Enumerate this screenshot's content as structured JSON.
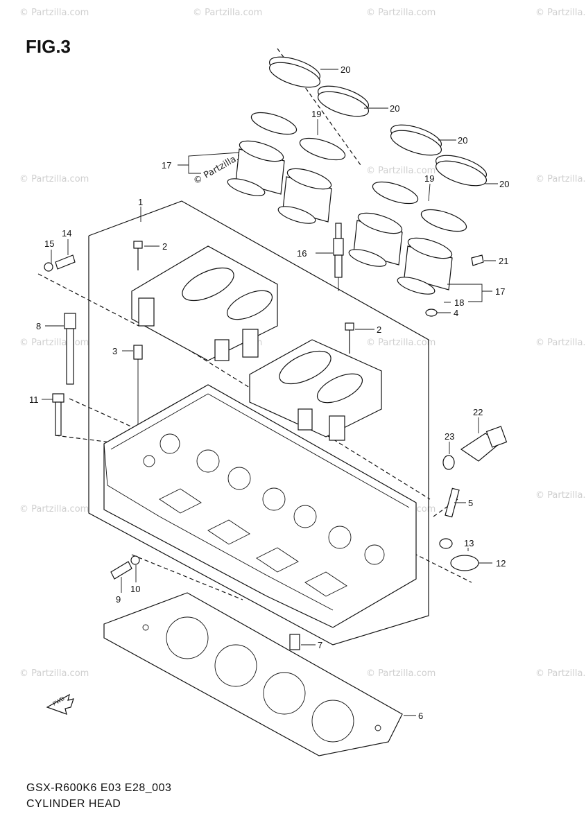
{
  "figure": {
    "title": "FIG.3",
    "code": "GSX-R600K6 E03 E28_003",
    "name": "CYLINDER HEAD"
  },
  "watermark": "© Partzilla.com",
  "callouts": [
    {
      "id": "c20a",
      "label": "20"
    },
    {
      "id": "c20b",
      "label": "20"
    },
    {
      "id": "c20c",
      "label": "20"
    },
    {
      "id": "c20d",
      "label": "20"
    },
    {
      "id": "c19a",
      "label": "19"
    },
    {
      "id": "c19b",
      "label": "19"
    },
    {
      "id": "c17a",
      "label": "17"
    },
    {
      "id": "c17b",
      "label": "17"
    },
    {
      "id": "c18",
      "label": "18"
    },
    {
      "id": "c1",
      "label": "1"
    },
    {
      "id": "c2a",
      "label": "2"
    },
    {
      "id": "c2b",
      "label": "2"
    },
    {
      "id": "c3",
      "label": "3"
    },
    {
      "id": "c4",
      "label": "4"
    },
    {
      "id": "c5",
      "label": "5"
    },
    {
      "id": "c6",
      "label": "6"
    },
    {
      "id": "c7",
      "label": "7"
    },
    {
      "id": "c8",
      "label": "8"
    },
    {
      "id": "c9",
      "label": "9"
    },
    {
      "id": "c10",
      "label": "10"
    },
    {
      "id": "c11",
      "label": "11"
    },
    {
      "id": "c12",
      "label": "12"
    },
    {
      "id": "c13",
      "label": "13"
    },
    {
      "id": "c14",
      "label": "14"
    },
    {
      "id": "c15",
      "label": "15"
    },
    {
      "id": "c16",
      "label": "16"
    },
    {
      "id": "c21",
      "label": "21"
    },
    {
      "id": "c22",
      "label": "22"
    },
    {
      "id": "c23",
      "label": "23"
    }
  ],
  "direction_marker": "FWD"
}
